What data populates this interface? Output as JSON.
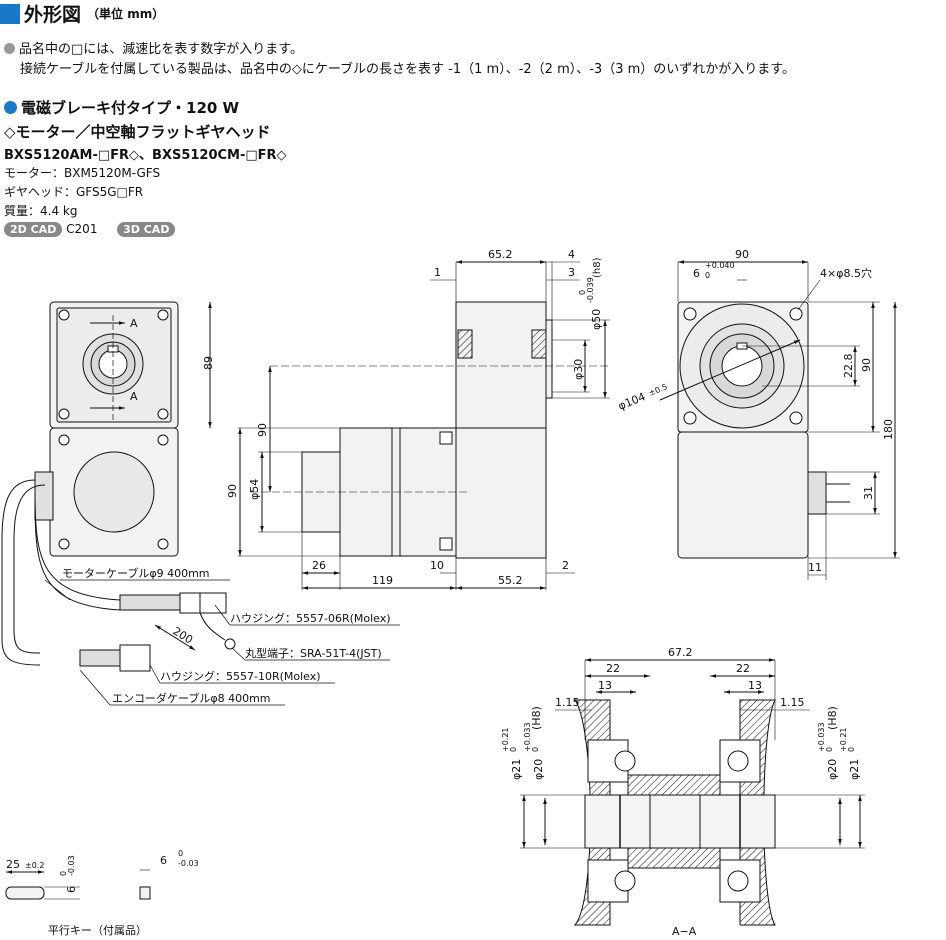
{
  "title": {
    "main": "外形図",
    "unit": "（単位 mm）"
  },
  "notes": [
    "品名中の□には、減速比を表す数字が入ります。",
    "接続ケーブルを付属している製品は、品名中の◇にケーブルの長さを表す -1（1 m）、-2（2 m）、-3（3 m）のいずれかが入ります。"
  ],
  "section": {
    "type_label": "電磁ブレーキ付タイプ・120 W",
    "subtype_label": "◇モーター／中空軸フラットギヤヘッド",
    "model": "BXS5120AM-□FR◇、BXS5120CM-□FR◇",
    "motor": "モーター：BXM5120M-GFS",
    "gearhead": "ギヤヘッド：GFS5G□FR",
    "mass": "質量：4.4 kg",
    "cad2d": "2D CAD",
    "cad2d_code": "C201",
    "cad3d": "3D CAD"
  },
  "dims": {
    "d1": "1",
    "d65_2": "65.2",
    "d4": "4",
    "d3": "3",
    "d50": "φ50",
    "d50_tol_hi": "0",
    "d50_tol_lo": "-0.039",
    "d50_fit": "(h8)",
    "d30": "φ30",
    "d90a": "90",
    "d90b": "90",
    "d54": "φ54",
    "d26": "26",
    "d119": "119",
    "d10": "10",
    "d55_2": "55.2",
    "d2": "2",
    "d89": "89",
    "dA": "A",
    "dA2": "A",
    "d90top": "90",
    "d6": "6",
    "d6_tol": "+0.040",
    "d6_tol2": "0",
    "d4x": "4×φ8.5穴",
    "d104": "φ104",
    "d104_tol": "±0.5",
    "d22_8": "22.8",
    "d90r": "90",
    "d180": "180",
    "d31": "31",
    "d11": "11",
    "d67_2": "67.2",
    "d22a": "22",
    "d22b": "22",
    "d13a": "13",
    "d13b": "13",
    "d1_15a": "1.15",
    "d1_15b": "1.15",
    "dphi21": "φ21",
    "dphi21_tol_hi": "+0.21",
    "dphi21_tol_lo": "0",
    "dphi20": "φ20",
    "dphi20_tol_hi": "+0.033",
    "dphi20_tol_lo": "0",
    "dH8": "(H8)",
    "key25": "25",
    "key25_tol": "±0.2",
    "key6a": "6",
    "key6b": "6",
    "key_tol_hi": "0",
    "key_tol_lo": "-0.03"
  },
  "callouts": {
    "motor_cable": "モーターケーブルφ9  400mm",
    "housing1": "ハウジング：5557-06R(Molex)",
    "terminal": "丸型端子：SRA-51T-4(JST)",
    "housing2": "ハウジング：5557-10R(Molex)",
    "encoder_cable": "エンコーダケーブルφ8  400mm",
    "d200": "200",
    "section_label": "A−A",
    "key_label": "平行キー（付属品）"
  }
}
